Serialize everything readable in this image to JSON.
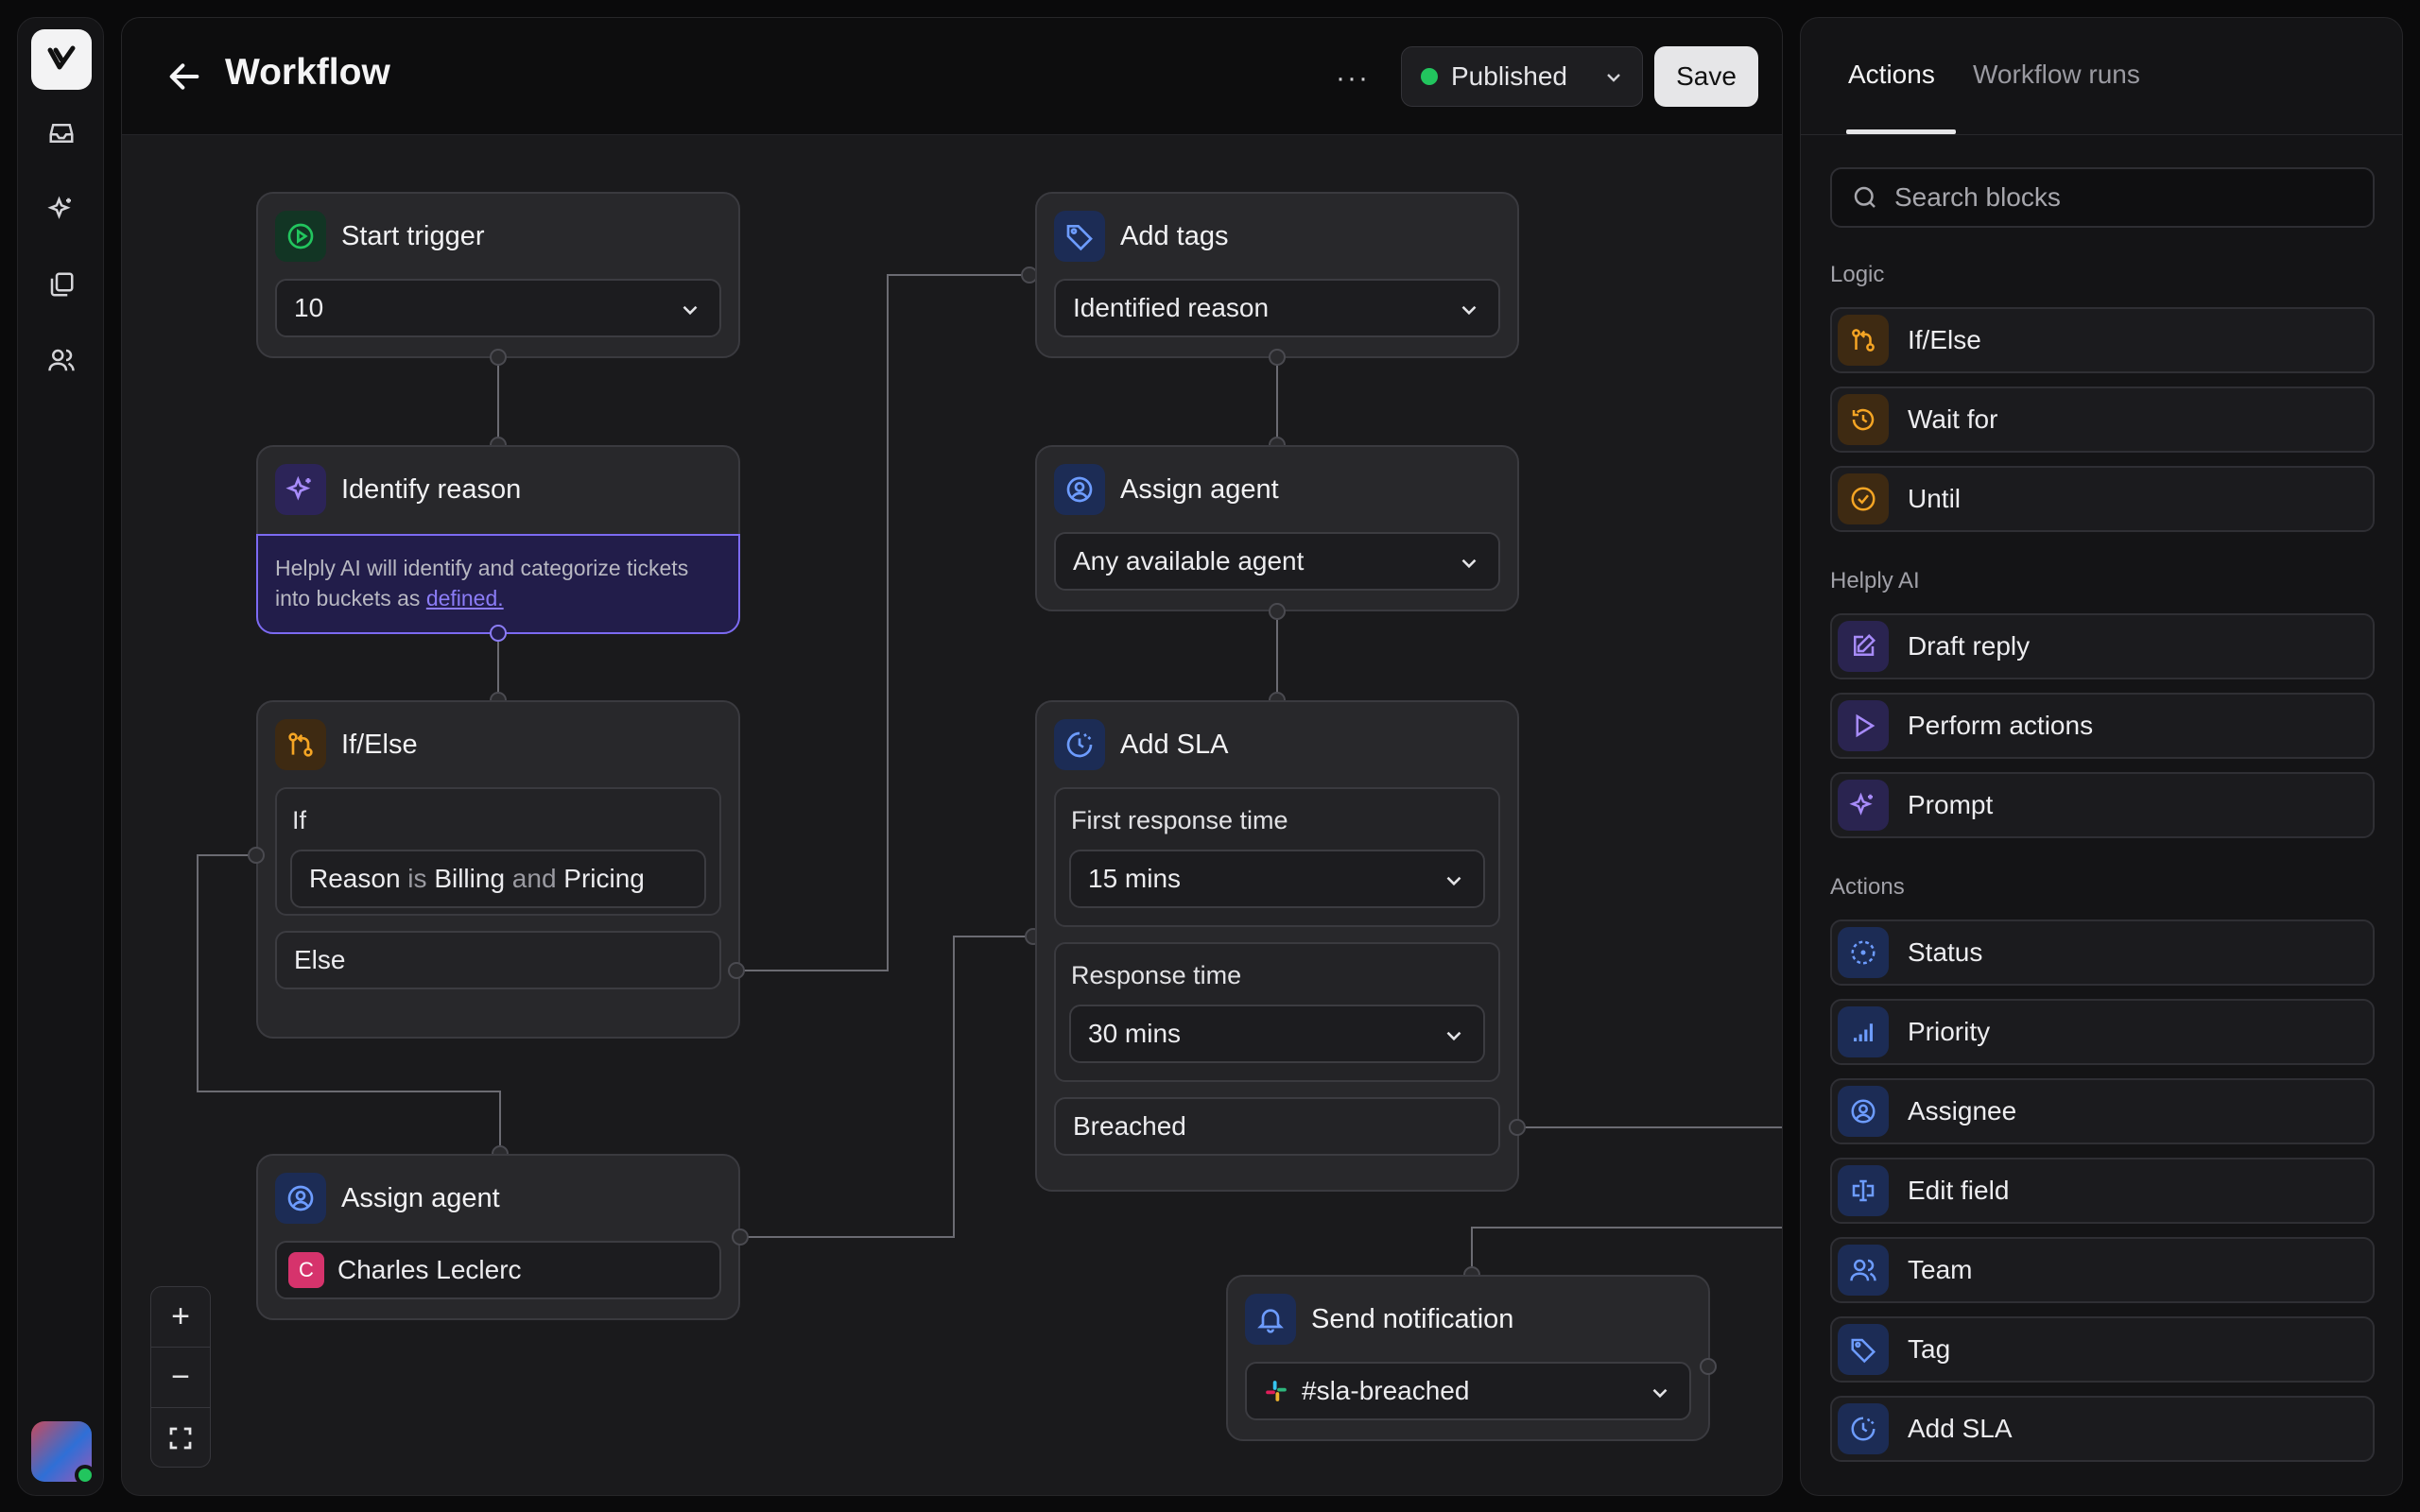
{
  "header": {
    "title": "Workflow",
    "more": "···",
    "status": "Published",
    "save": "Save"
  },
  "nodes": {
    "start": {
      "title": "Start trigger",
      "value": "10"
    },
    "identify": {
      "title": "Identify reason",
      "desc_prefix": "Helply AI will identify and categorize tickets into buckets as ",
      "desc_link": "defined."
    },
    "ifelse": {
      "title": "If/Else",
      "if_label": "If",
      "cond_field": "Reason",
      "cond_op": "is",
      "cond_v1": "Billing",
      "cond_and": "and",
      "cond_v2": "Pricing",
      "else_label": "Else"
    },
    "assign1": {
      "title": "Assign agent",
      "avatar_letter": "C",
      "value": "Charles Leclerc"
    },
    "tags": {
      "title": "Add tags",
      "value": "Identified reason"
    },
    "assign2": {
      "title": "Assign agent",
      "value": "Any available agent"
    },
    "sla": {
      "title": "Add SLA",
      "first_label": "First response time",
      "first_value": "15 mins",
      "resp_label": "Response time",
      "resp_value": "30 mins",
      "breached": "Breached"
    },
    "notify": {
      "title": "Send notification",
      "value": "#sla-breached"
    }
  },
  "zoom": {
    "in": "+",
    "out": "−",
    "fit": "⛶"
  },
  "panel": {
    "tabs": [
      "Actions",
      "Workflow runs"
    ],
    "search_placeholder": "Search blocks",
    "sections": [
      {
        "title": "Logic",
        "items": [
          "If/Else",
          "Wait for",
          "Until"
        ]
      },
      {
        "title": "Helply AI",
        "items": [
          "Draft reply",
          "Perform actions",
          "Prompt"
        ]
      },
      {
        "title": "Actions",
        "items": [
          "Status",
          "Priority",
          "Assignee",
          "Edit field",
          "Team",
          "Tag",
          "Add SLA"
        ]
      }
    ]
  },
  "colors": {
    "accent_green": "#22c55e",
    "ai_purple": "#8b7cf6",
    "logic_orange": "#f5a524",
    "action_blue": "#5b8def"
  }
}
